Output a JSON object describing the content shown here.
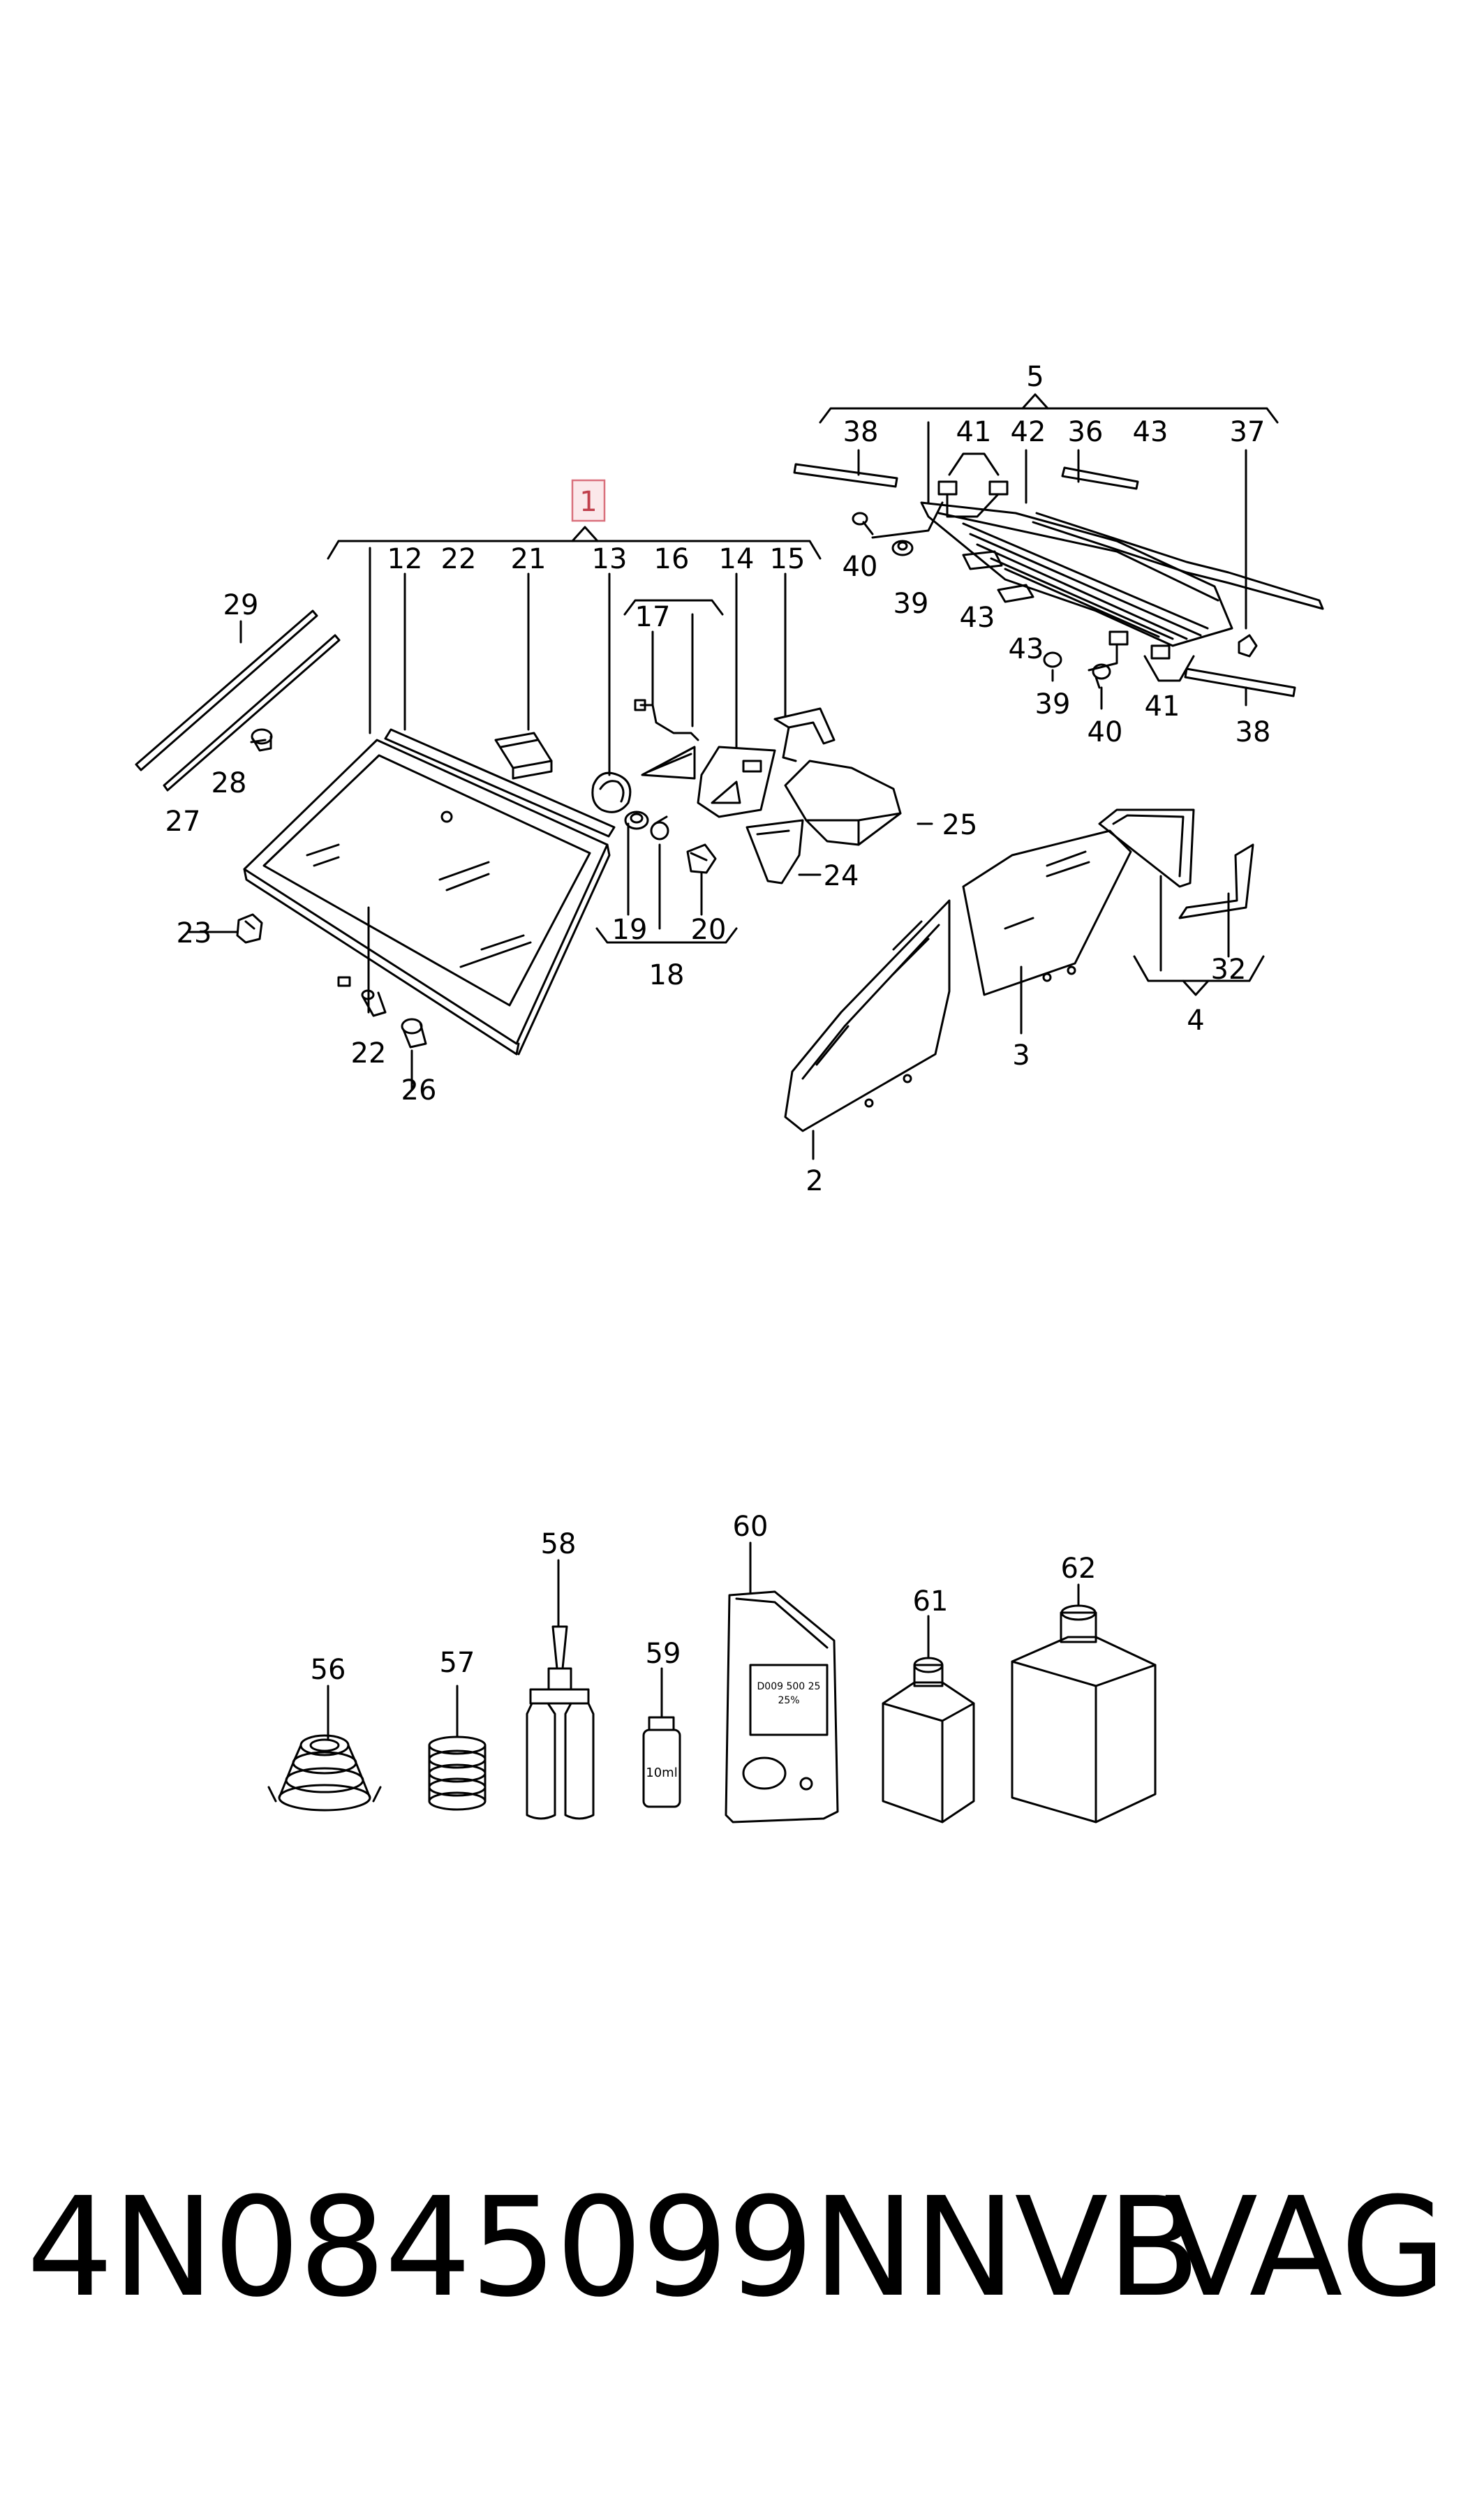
{
  "diagram": {
    "callouts": {
      "c1": "1",
      "c2": "2",
      "c3": "3",
      "c4": "4",
      "c5": "5",
      "c12": "12",
      "c13": "13",
      "c14": "14",
      "c15": "15",
      "c16": "16",
      "c17": "17",
      "c18": "18",
      "c19": "19",
      "c20": "20",
      "c21": "21",
      "c22a": "22",
      "c22b": "22",
      "c23": "23",
      "c24": "24",
      "c25": "25",
      "c26": "26",
      "c27": "27",
      "c28": "28",
      "c29": "29",
      "c32": "32",
      "c36": "36",
      "c37": "37",
      "c38a": "38",
      "c38b": "38",
      "c39a": "39",
      "c39b": "39",
      "c40a": "40",
      "c40b": "40",
      "c41a": "41",
      "c41b": "41",
      "c42": "42",
      "c43a": "43",
      "c43b": "43",
      "c43c": "43",
      "c56": "56",
      "c57": "57",
      "c58": "58",
      "c59": "59",
      "c60": "60",
      "c61": "61",
      "c62": "62"
    },
    "labels": {
      "bottle_small": "10ml",
      "pouch_line1": "D009 500 25",
      "pouch_line2": "25%"
    },
    "highlight_color": "#e8a0a8"
  },
  "footer": {
    "part_number": "4N0845099NNVB",
    "brand": "VAG"
  }
}
